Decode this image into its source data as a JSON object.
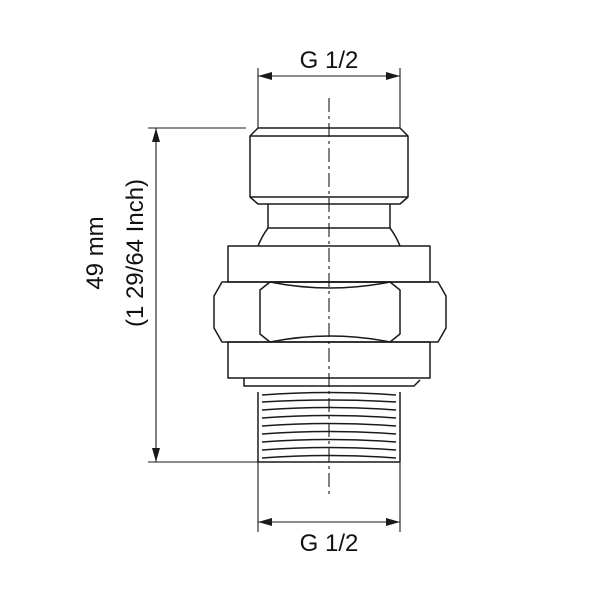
{
  "drawing": {
    "top_thread_label": "G 1/2",
    "bottom_thread_label": "G 1/2",
    "height_metric": "49 mm",
    "height_imperial": "(1 29/64 Inch)"
  },
  "colors": {
    "line": "#1a1a1a",
    "background": "#ffffff"
  }
}
